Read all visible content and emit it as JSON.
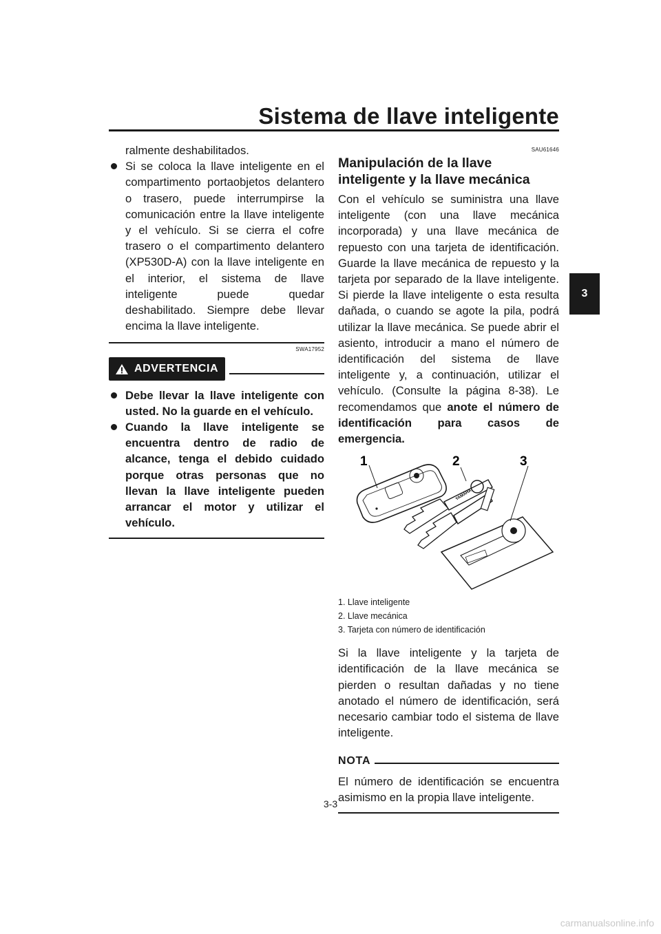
{
  "header": {
    "title": "Sistema de llave inteligente"
  },
  "side_tab": {
    "label": "3"
  },
  "left": {
    "continued": "ralmente deshabilitados.",
    "bullet": "Si se coloca la llave inteligente en el compartimento portaobjetos delantero o trasero, puede interrumpirse la comunicación entre la llave inteligente y el vehículo. Si se cierra el cofre trasero o el compartimento delantero (XP530D-A) con la llave inteligente en el interior, el sistema de llave inteligente puede quedar deshabilitado. Siempre debe llevar encima la llave inteligente.",
    "warning_code": "SWA17952",
    "warning_label": "ADVERTENCIA",
    "warning_items": [
      "Debe llevar la llave inteligente con usted. No la guarde en el vehículo.",
      "Cuando la llave inteligente se encuentra dentro de radio de alcance, tenga el debido cuidado porque otras personas que no llevan la llave inteligente pueden arrancar el motor y utilizar el vehículo."
    ]
  },
  "right": {
    "section_code": "SAU61646",
    "section_title": "Manipulación de la llave inteligente y la llave mecánica",
    "para1": "Con el vehículo se suministra una llave inteligente (con una llave mecánica incorporada) y una llave mecánica de repuesto con una tarjeta de identificación. Guarde la llave mecánica de repuesto y la tarjeta por separado de la llave inteligente. Si pierde la llave inteligente o esta resulta dañada, o cuando se agote la pila, podrá utilizar la llave mecánica. Se puede abrir el asiento, introducir a mano el número de identificación del sistema de llave inteligente y, a continuación, utilizar el vehículo. (Consulte la página 8-38). Le recomendamos que",
    "para1_bold": "anote el número de identificación para casos de emergencia.",
    "figure": {
      "callouts": [
        "1",
        "2",
        "3"
      ],
      "key_brand": "YAMAHA"
    },
    "captions": [
      "1.  Llave inteligente",
      "2.  Llave mecánica",
      "3.  Tarjeta con número de identificación"
    ],
    "para2": "Si la llave inteligente y la tarjeta de identificación de la llave mecánica se pierden o resultan dañadas y no tiene anotado el número de identificación, será necesario cambiar todo el sistema de llave inteligente.",
    "nota_label": "NOTA",
    "nota_text": "El número de identificación se encuentra asimismo en la propia llave inteligente."
  },
  "footer": {
    "page": "3-3",
    "watermark": "carmanualsonline.info"
  }
}
